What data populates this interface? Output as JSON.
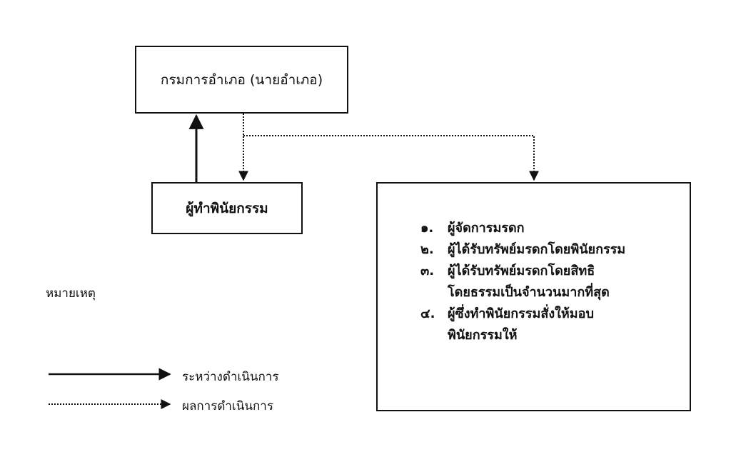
{
  "boxes": {
    "top": "กรมการอำเภอ (นายอำเภอ)",
    "middle": "ผู้ทำพินัยกรรม",
    "right_items": [
      {
        "num": "๑.",
        "lines": [
          "ผู้จัดการมรดก"
        ]
      },
      {
        "num": "๒.",
        "lines": [
          "ผู้ได้รับทรัพย์มรดกโดยพินัยกรรม"
        ]
      },
      {
        "num": "๓.",
        "lines": [
          "ผู้ได้รับทรัพย์มรดกโดยสิทธิ",
          "โดยธรรมเป็นจำนวนมากที่สุด"
        ]
      },
      {
        "num": "๔.",
        "lines": [
          "ผู้ซึ่งทำพินัยกรรมสั่งให้มอบ",
          "พินัยกรรมให้"
        ]
      }
    ]
  },
  "legend": {
    "title": "หมายเหตุ",
    "solid_label": "ระหว่างดำเนินการ",
    "dotted_label": "ผลการดำเนินการ"
  }
}
